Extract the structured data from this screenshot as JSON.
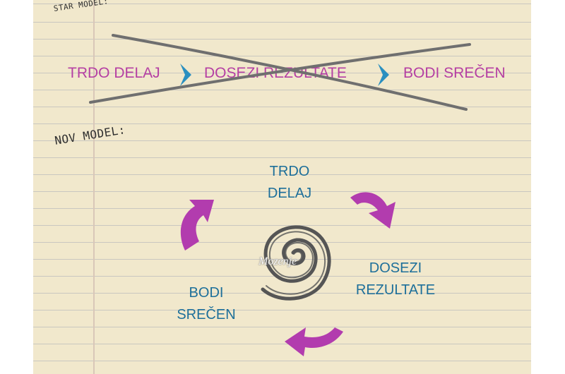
{
  "star_model": {
    "label": "STAR MODEL:",
    "steps": [
      "TRDO DELAJ",
      "DOSEZI REZULTATE",
      "BODI SREČEN"
    ]
  },
  "nov_model": {
    "label": "NOV MODEL:",
    "steps": [
      {
        "line1": "TRDO",
        "line2": "DELAJ"
      },
      {
        "line1": "DOSEZI",
        "line2": "REZULTATE"
      },
      {
        "line1": "BODI",
        "line2": "SREČEN"
      }
    ],
    "watermark": "Mozenje"
  },
  "colors": {
    "paper": "#f1e8cc",
    "ruled_line": "#c9c7c0",
    "old_text": "#b53fa3",
    "chevron": "#2a8fc0",
    "cross": "#6f6f6f",
    "new_text": "#1d6f9a",
    "arrow": "#b23cae",
    "spiral": "#555555"
  }
}
